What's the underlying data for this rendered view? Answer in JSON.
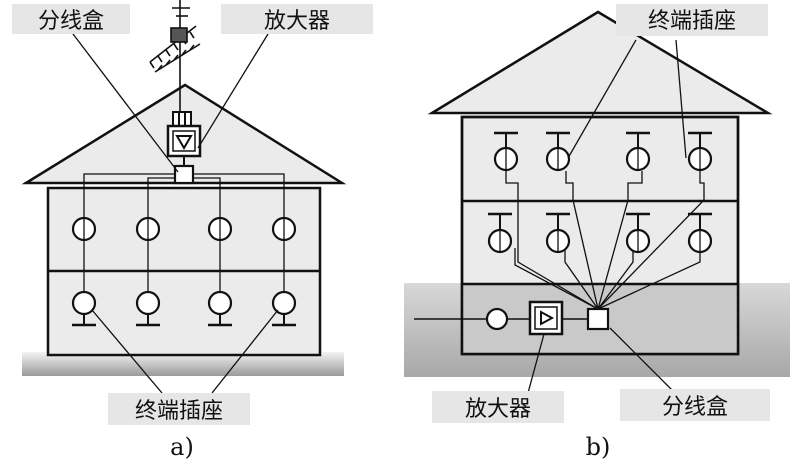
{
  "diagram_a": {
    "label_splitter": "分线盒",
    "label_amplifier": "放大器",
    "label_outlets": "终端插座",
    "caption": "a)"
  },
  "diagram_b": {
    "label_outlets": "终端插座",
    "label_amplifier": "放大器",
    "label_splitter": "分线盒",
    "caption": "b)"
  },
  "colors": {
    "line": "#111111",
    "label_bg": "#e6e6e6",
    "roof_fill": "#ebebeb",
    "ground_light": "#f4f4f4",
    "ground_dark": "#9a9a9a"
  }
}
